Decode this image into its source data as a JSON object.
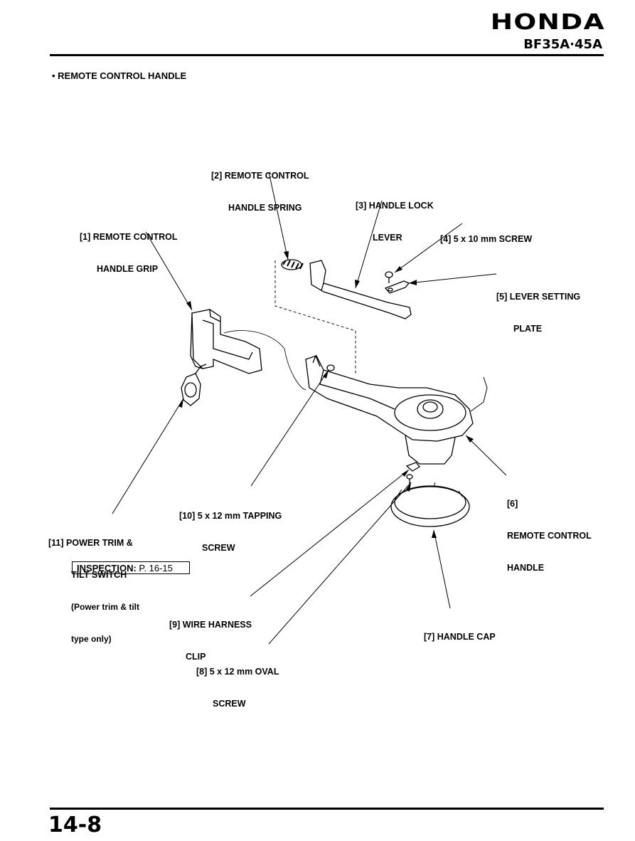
{
  "header": {
    "brand": "HONDA",
    "model": "BF35A·45A"
  },
  "section_title": "• REMOTE CONTROL HANDLE",
  "labels": {
    "l1": [
      "[1] REMOTE CONTROL",
      "HANDLE GRIP"
    ],
    "l2": [
      "[2] REMOTE CONTROL",
      "HANDLE SPRING"
    ],
    "l3": [
      "[3] HANDLE LOCK",
      "LEVER"
    ],
    "l4": [
      "[4] 5 x 10 mm SCREW"
    ],
    "l5": [
      "[5] LEVER SETTING",
      "PLATE"
    ],
    "l6": [
      "[6]",
      "REMOTE CONTROL",
      "HANDLE"
    ],
    "l7": [
      "[7] HANDLE CAP"
    ],
    "l8": [
      "[8] 5 x 12 mm OVAL",
      "SCREW"
    ],
    "l9": [
      "[9] WIRE HARNESS",
      "CLIP"
    ],
    "l10": [
      "[10] 5 x 12 mm TAPPING",
      "SCREW"
    ],
    "l11": [
      "[11] POWER TRIM &",
      "TILT SWITCH",
      "(Power trim & tilt",
      "type only)"
    ]
  },
  "inspection": {
    "label": "INSPECTION:",
    "ref": "P. 16-15"
  },
  "page_number": "14-8"
}
